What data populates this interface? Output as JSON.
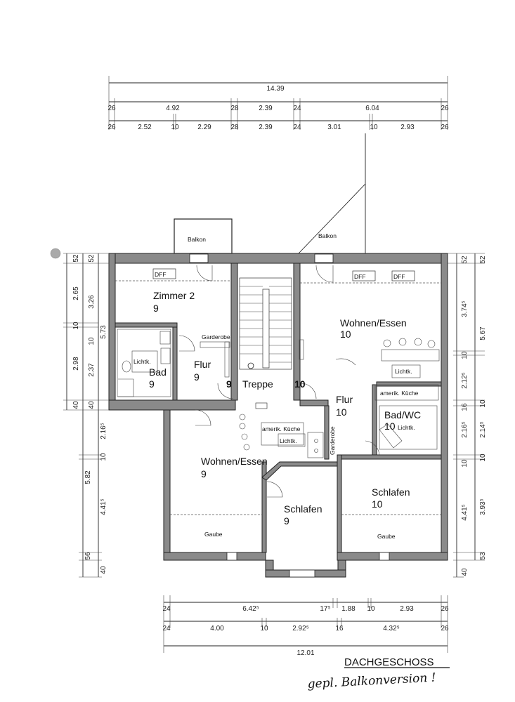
{
  "dimensions": {
    "top_total": "14.39",
    "top_row1": [
      "26",
      "4.92",
      "28",
      "2.39",
      "24",
      "6.04",
      "26"
    ],
    "top_row2": [
      "26",
      "2.52",
      "10",
      "2.29",
      "28",
      "2.39",
      "24",
      "3.01",
      "10",
      "2.93",
      "26"
    ],
    "left_outer": [
      "52",
      "2.65",
      "10",
      "2.98",
      "40"
    ],
    "left_inner": [
      "52",
      "3.26",
      "10",
      "2.37",
      "40"
    ],
    "left_mid": "5.73",
    "left_lower": [
      "2.16⁵",
      "10",
      "5.82",
      "4.41⁵",
      "56",
      "40"
    ],
    "right_outer": [
      "52",
      "3.74⁵",
      "10",
      "2.12⁵",
      "16",
      "2.16⁵",
      "10",
      "4.41⁵",
      "40"
    ],
    "right_inner": [
      "52",
      "5.67",
      "10",
      "2.14⁵",
      "10",
      "3.93⁵",
      "53"
    ],
    "bottom_row1": [
      "24",
      "6.42⁵",
      "17⁵",
      "1.88",
      "10",
      "2.93",
      "26"
    ],
    "bottom_row2": [
      "24",
      "4.00",
      "10",
      "2.92⁵",
      "16",
      "4.32⁵",
      "26"
    ],
    "bottom_total": "12.01"
  },
  "rooms": {
    "balkon_left": "Balkon",
    "balkon_right": "Balkon",
    "zimmer2": "Zimmer 2",
    "zimmer2_no": "9",
    "bad": "Bad",
    "bad_no": "9",
    "lichtk_bad": "Lichtk.",
    "flur_left": "Flur",
    "flur_left_no": "9",
    "garderobe_top": "Garderobe",
    "treppe_no_left": "9",
    "treppe": "Treppe",
    "treppe_no_right": "10",
    "wohnen_right": "Wohnen/Essen",
    "wohnen_right_no": "10",
    "flur_right": "Flur",
    "flur_right_no": "10",
    "lichtk_right": "Lichtk.",
    "kueche_right": "amerik. Küche",
    "badwc": "Bad/WC",
    "badwc_no": "10",
    "lichtk_badwc": "Lichtk.",
    "wohnen_left": "Wohnen/Essen",
    "wohnen_left_no": "9",
    "kueche_left": "amerik. Küche",
    "lichtk_kueche_left": "Lichtk.",
    "garderobe_mid": "Garderobe",
    "schlafen_left": "Schlafen",
    "schlafen_left_no": "9",
    "schlafen_right": "Schlafen",
    "schlafen_right_no": "10",
    "gaube_left": "Gaube",
    "gaube_right": "Gaube",
    "dff": "DFF"
  },
  "title": "DACHGESCHOSS",
  "handwritten_note": "gepl. Balkonversion !"
}
